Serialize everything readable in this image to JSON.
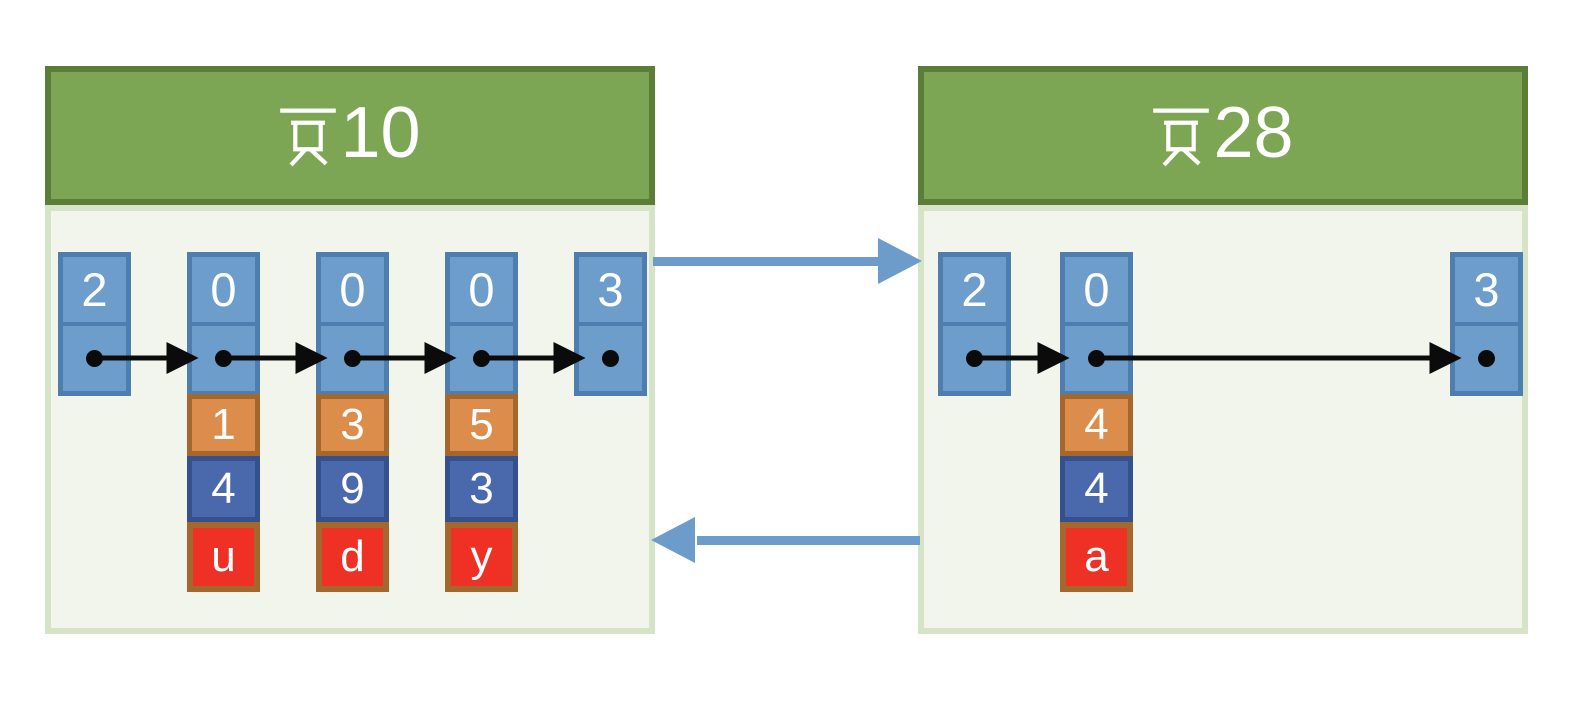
{
  "colors": {
    "page_header_fill": "#7CA653",
    "page_header_border": "#5A7D38",
    "page_body_fill": "#F2F5EC",
    "page_body_border": "#D5E3C6",
    "record_frame": "#4E7DAF",
    "record_fill": "#6D9DCB",
    "field_orange_fill": "#DC8C4B",
    "field_navy_fill": "#4A69AD",
    "field_red_fill": "#EE3124",
    "field_brown_border": "#A4672E",
    "link_arrow_black": "#0B0B0B",
    "page_link_arrow_blue": "#6D9CCB"
  },
  "icons": {
    "pointer_dot": "filled black circle (next-record pointer)",
    "page_hanzi": "页",
    "next_record_arrow": "black right arrow",
    "next_page_arrow": "blue right arrow",
    "prev_page_arrow": "blue left arrow"
  },
  "pages": {
    "left": {
      "title": "页10",
      "title_hanzi": "页",
      "title_number": "10",
      "records": [
        {
          "key": "2"
        },
        {
          "key": "0",
          "fields": [
            "1",
            "4",
            "u"
          ]
        },
        {
          "key": "0",
          "fields": [
            "3",
            "9",
            "d"
          ]
        },
        {
          "key": "0",
          "fields": [
            "5",
            "3",
            "y"
          ]
        },
        {
          "key": "3"
        }
      ]
    },
    "right": {
      "title": "页28",
      "title_hanzi": "页",
      "title_number": "28",
      "records": [
        {
          "key": "2"
        },
        {
          "key": "0",
          "fields": [
            "4",
            "4",
            "a"
          ]
        },
        {
          "key": "3"
        }
      ]
    }
  }
}
